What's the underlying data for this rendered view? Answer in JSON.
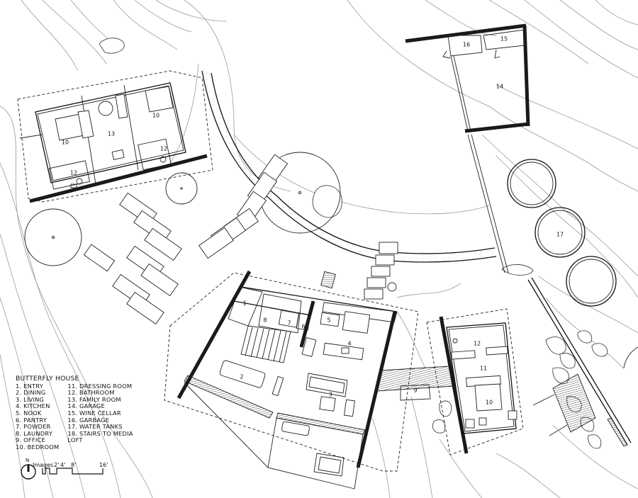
{
  "title": "BUTTERFLY HOUSE",
  "legend": {
    "col1": [
      "1. ENTRY",
      "2. DINING",
      "3. LIVING",
      "4. KITCHEN",
      "5. NOOK",
      "6. PANTRY",
      "7. POWDER",
      "8. LAUNDRY",
      "9. OFFICE",
      "10. BEDROOM"
    ],
    "col2": [
      "11. DRESSING ROOM",
      "12. BATHROOM",
      "13. FAMILY ROOM",
      "14. GARAGE",
      "15. WINE CELLAR",
      "16. GARBAGE",
      "17. WATER TANKS",
      "18. STAIRS TO MEDIA",
      "LOFT"
    ]
  },
  "north_label": "N",
  "scale": {
    "overlay_text": "Images",
    "ticks": [
      "2'",
      "4'",
      "8'",
      "16'"
    ]
  },
  "rooms": {
    "guest_family": "13",
    "guest_bed_left": "10",
    "guest_bed_right": "10",
    "guest_bath_left": "12",
    "guest_bath_right": "12",
    "garage": "14",
    "wine_cellar": "15",
    "garbage": "16",
    "water_tanks": "17",
    "entry": "1",
    "dining": "2",
    "living": "3",
    "kitchen": "4",
    "nook": "5",
    "pantry": "6",
    "powder": "7",
    "laundry": "8",
    "office": "9",
    "master_bed": "10",
    "dressing": "11",
    "master_bath": "12"
  },
  "colors": {
    "line": "#111111",
    "contour": "#9a9a9a",
    "wall": "#1a1a1a",
    "background": "#ffffff"
  }
}
